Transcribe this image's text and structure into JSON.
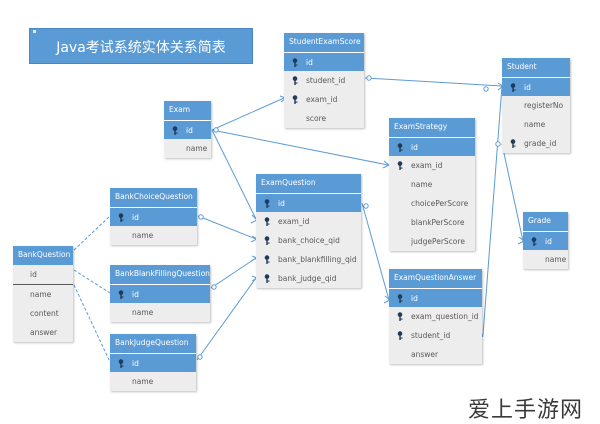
{
  "title": "Java考试系统实体关系简表",
  "watermark": "爱上手游网",
  "colors": {
    "header": "#5b9bd5",
    "field_bg": "#ededed",
    "line": "#5b9bd5"
  },
  "entities": {
    "student_exam_score": {
      "name": "StudentExamScore",
      "fields": [
        "id",
        "student_id",
        "exam_id",
        "score"
      ]
    },
    "student": {
      "name": "Student",
      "fields": [
        "id",
        "registerNo",
        "name",
        "grade_id"
      ]
    },
    "exam": {
      "name": "Exam",
      "fields": [
        "id",
        "name"
      ]
    },
    "exam_strategy": {
      "name": "ExamStrategy",
      "fields": [
        "id",
        "exam_id",
        "name",
        "choicePerScore",
        "blankPerScore",
        "judgePerScore"
      ]
    },
    "exam_question": {
      "name": "ExamQuestion",
      "fields": [
        "id",
        "exam_id",
        "bank_choice_qid",
        "bank_blankfilling_qid",
        "bank_judge_qid"
      ]
    },
    "bank_choice_question": {
      "name": "BankChoiceQuestion",
      "fields": [
        "id",
        "name"
      ]
    },
    "bank_question": {
      "name": "BankQuestion",
      "fields": [
        "id",
        "name",
        "content",
        "answer"
      ]
    },
    "bank_blank_filling_question": {
      "name": "BankBlankFillingQuestion",
      "fields": [
        "id",
        "name"
      ]
    },
    "bank_judge_question": {
      "name": "BankJudgeQuestion",
      "fields": [
        "id",
        "name"
      ]
    },
    "grade": {
      "name": "Grade",
      "fields": [
        "id",
        "name"
      ]
    },
    "exam_question_answer": {
      "name": "ExamQuestionAnswer",
      "fields": [
        "id",
        "exam_question_id",
        "student_id",
        "answer"
      ]
    }
  }
}
